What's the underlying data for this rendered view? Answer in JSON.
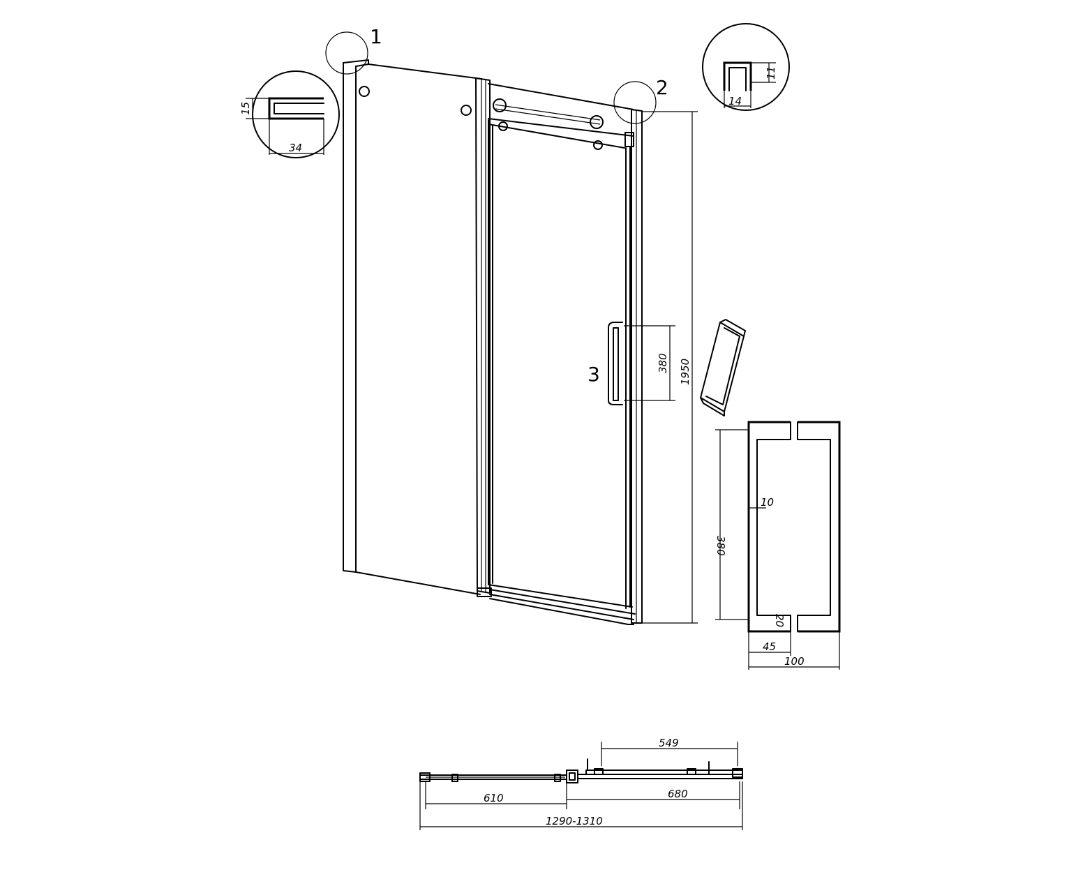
{
  "callouts": {
    "c1": "1",
    "c2": "2",
    "c3": "3"
  },
  "dimensions": {
    "profile1_height": "15",
    "profile1_width": "34",
    "profile2_height": "11",
    "profile2_width": "14",
    "handle_length": "380",
    "door_height": "1950",
    "handle_detail_length": "380",
    "handle_detail_bar": "10",
    "handle_detail_post": "20",
    "handle_detail_offset": "45",
    "handle_detail_depth": "100",
    "top_moving_panel": "549",
    "top_fixed_panel": "610",
    "top_door_panel": "680",
    "top_total": "1290-1310"
  }
}
